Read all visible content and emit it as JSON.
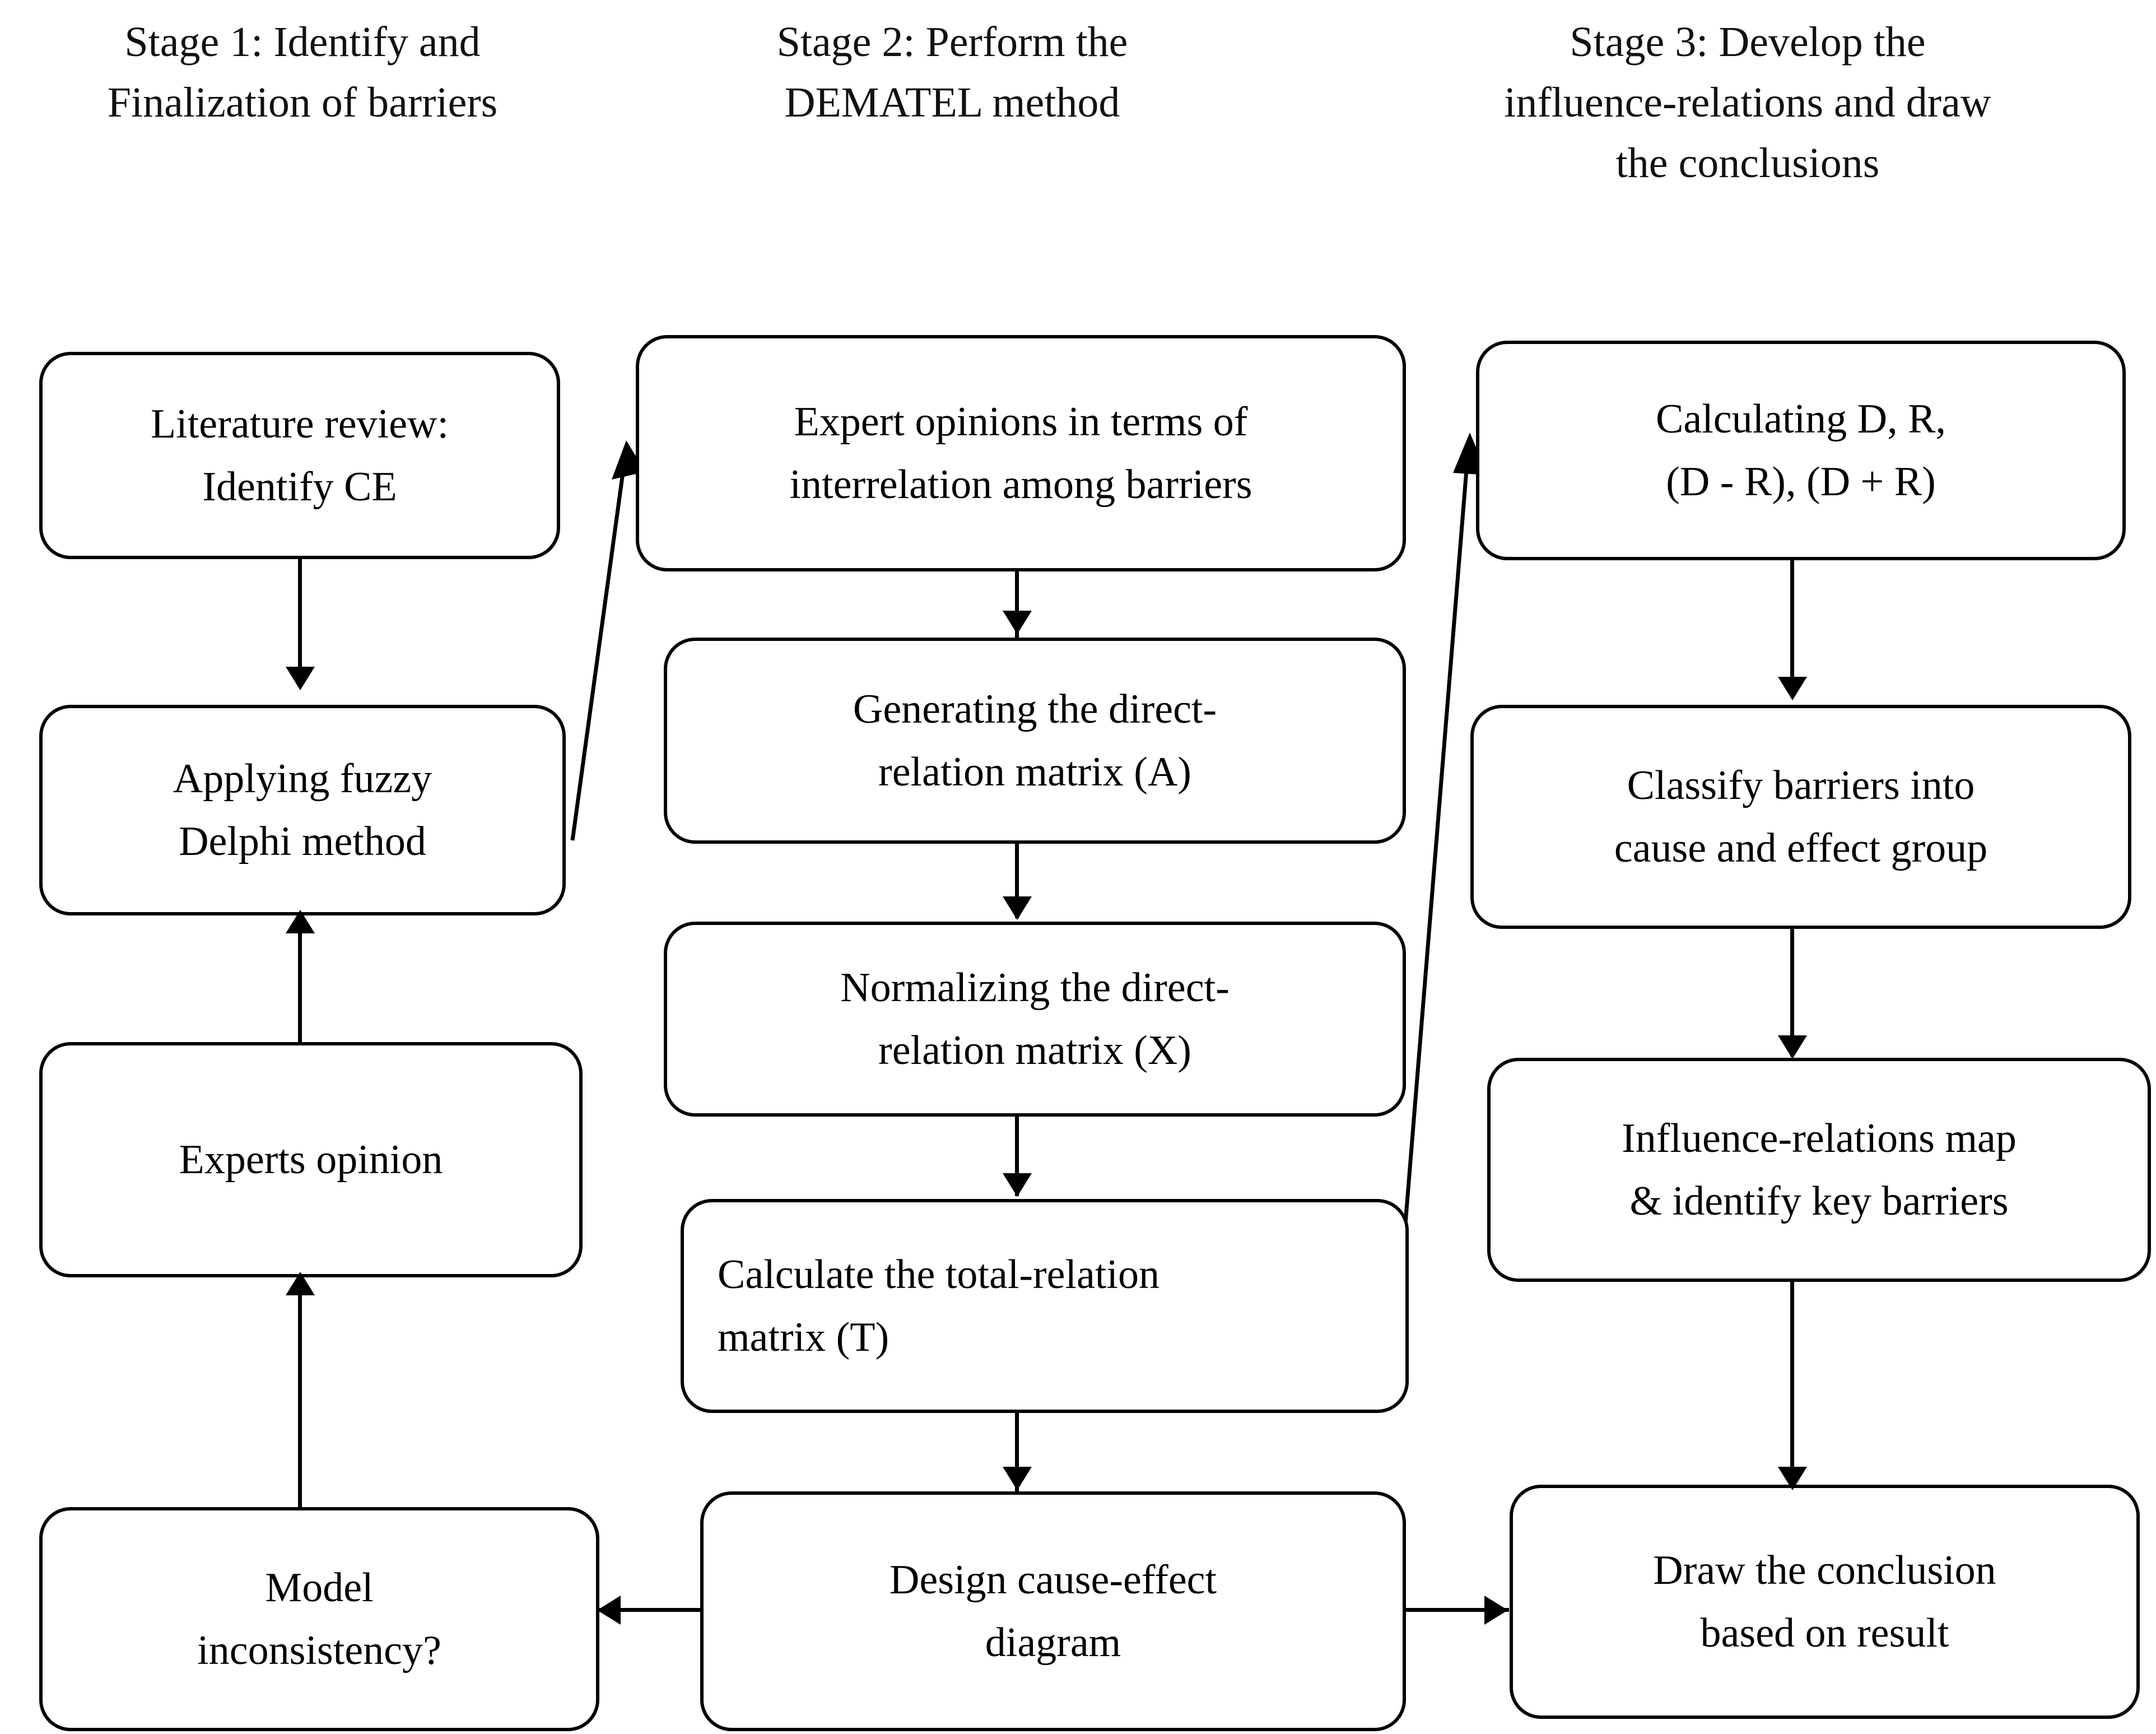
{
  "diagram": {
    "title": "DEMATEL research methodology flowchart",
    "stroke_color": "#000000",
    "background_color": "#ffffff",
    "stages": [
      {
        "id": "stage-1",
        "label": "Stage 1: Identify and\nFinalization of barriers"
      },
      {
        "id": "stage-2",
        "label": "Stage 2: Perform the\nDEMATEL method"
      },
      {
        "id": "stage-3",
        "label": "Stage 3: Develop the\ninfluence-relations and draw\nthe conclusions"
      }
    ],
    "nodes": {
      "literature_review": "Literature review:\nIdentify CE",
      "fuzzy_delphi": "Applying fuzzy\nDelphi method",
      "experts_opinion": "Experts opinion",
      "model_inconsistency": "Model\ninconsistency?",
      "expert_opinions_interrelation": "Expert opinions in terms of\ninterrelation among barriers",
      "generating_direct_relation": "Generating the direct-\nrelation matrix (A)",
      "normalizing_direct_relation": "Normalizing the direct-\nrelation matrix (X)",
      "total_relation": "Calculate the total-relation\nmatrix (T)",
      "design_cause_effect": "Design cause-effect\ndiagram",
      "calculating_dr": "Calculating D, R,\n(D - R), (D + R)",
      "classify_barriers": "Classify barriers into\ncause and effect group",
      "influence_relations_map": "Influence-relations map\n& identify key barriers",
      "draw_conclusion": "Draw the conclusion\nbased on result"
    },
    "edges": [
      {
        "from": "literature_review",
        "to": "fuzzy_delphi",
        "direction": "down"
      },
      {
        "from": "experts_opinion",
        "to": "fuzzy_delphi",
        "direction": "up"
      },
      {
        "from": "model_inconsistency",
        "to": "experts_opinion",
        "direction": "up"
      },
      {
        "from": "fuzzy_delphi",
        "to": "expert_opinions_interrelation",
        "direction": "diagonal-up-right"
      },
      {
        "from": "expert_opinions_interrelation",
        "to": "generating_direct_relation",
        "direction": "down"
      },
      {
        "from": "generating_direct_relation",
        "to": "normalizing_direct_relation",
        "direction": "down"
      },
      {
        "from": "normalizing_direct_relation",
        "to": "total_relation",
        "direction": "down"
      },
      {
        "from": "total_relation",
        "to": "design_cause_effect",
        "direction": "down"
      },
      {
        "from": "total_relation",
        "to": "calculating_dr",
        "direction": "diagonal-up-right"
      },
      {
        "from": "calculating_dr",
        "to": "classify_barriers",
        "direction": "down"
      },
      {
        "from": "classify_barriers",
        "to": "influence_relations_map",
        "direction": "down"
      },
      {
        "from": "influence_relations_map",
        "to": "draw_conclusion",
        "direction": "down"
      },
      {
        "from": "design_cause_effect",
        "to": "model_inconsistency",
        "direction": "left"
      },
      {
        "from": "design_cause_effect",
        "to": "draw_conclusion",
        "direction": "right"
      }
    ]
  }
}
